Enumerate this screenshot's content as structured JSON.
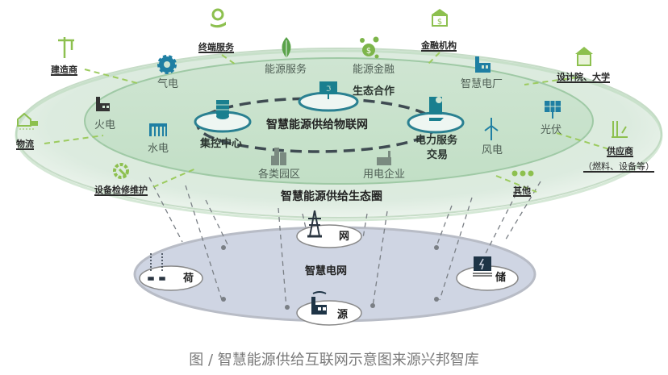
{
  "colors": {
    "outer_ring": "#dcebdf",
    "inner_ring": "#c9e2cd",
    "accent_blue": "#1f7fa3",
    "accent_green": "#8dc04f",
    "grid_fill": "#cfd5e3",
    "dark": "#1e3446"
  },
  "ecosystem": {
    "title": "智慧能源供给生态圈",
    "external_partners": [
      {
        "label": "终端服务",
        "icon": "hand-gear-icon"
      },
      {
        "label": "金融机构",
        "icon": "bank-icon"
      },
      {
        "label": "建造商",
        "icon": "crane-icon"
      },
      {
        "label": "设计院、大学",
        "icon": "school-icon"
      },
      {
        "label": "物流",
        "icon": "logistics-icon"
      },
      {
        "label": "供应商",
        "sub": "（燃料、设备等）",
        "icon": "factory-supply-icon"
      },
      {
        "label": "设备检修维护",
        "icon": "wrench-gear-icon"
      },
      {
        "label": "其他",
        "icon": "dots-icon"
      }
    ],
    "inner_items": [
      {
        "label": "气电",
        "icon": "gear-icon"
      },
      {
        "label": "能源服务",
        "icon": "leaf-icon"
      },
      {
        "label": "能源金融",
        "icon": "coin-network-icon"
      },
      {
        "label": "智慧电厂",
        "icon": "power-plant-icon"
      },
      {
        "label": "火电",
        "icon": "thermal-plant-icon"
      },
      {
        "label": "水电",
        "icon": "dam-icon"
      },
      {
        "label": "光伏",
        "icon": "solar-panel-icon"
      },
      {
        "label": "风电",
        "icon": "wind-turbine-icon"
      },
      {
        "label": "各类园区",
        "icon": "buildings-icon"
      },
      {
        "label": "用电企业",
        "icon": "factory-icon"
      }
    ]
  },
  "iot": {
    "title": "智慧能源供给物联网",
    "nodes": [
      {
        "label": "集控中心",
        "icon": "server-cloud-icon"
      },
      {
        "label": "生态合作",
        "icon": "monitor-icon"
      },
      {
        "label": "电力服务",
        "sub": "交易",
        "icon": "trade-icon"
      }
    ]
  },
  "grid": {
    "title": "智慧电网",
    "nodes": [
      {
        "label": "网",
        "icon": "pylon-icon"
      },
      {
        "label": "荷",
        "icon": "load-icon"
      },
      {
        "label": "储",
        "icon": "battery-icon"
      },
      {
        "label": "源",
        "icon": "plant-icon"
      }
    ]
  },
  "caption": "图 / 智慧能源供给互联网示意图来源兴邦智库"
}
